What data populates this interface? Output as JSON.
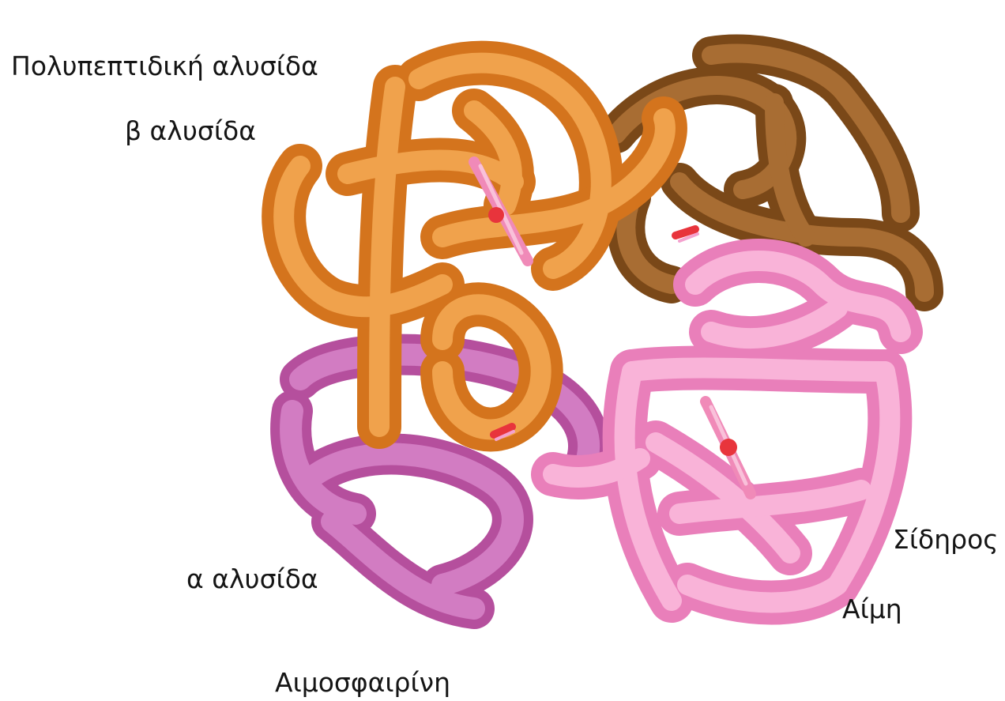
{
  "labels": {
    "polypeptide_chain": "Πολυπεπτιδική αλυσίδα",
    "beta_chain": "β αλυσίδα",
    "alpha_chain": "α αλυσίδα",
    "iron": "Σίδηρος",
    "heme": "Αίμη",
    "title": "Αιμοσφαιρίνη"
  },
  "colors": {
    "beta_chain_light": "#e58a2e",
    "beta_chain_dark": "#8a5520",
    "alpha_chain_light": "#f4a2cf",
    "alpha_chain_dark": "#c264ae",
    "heme_group": "#f08ab8",
    "iron_atom": "#e8343c"
  }
}
